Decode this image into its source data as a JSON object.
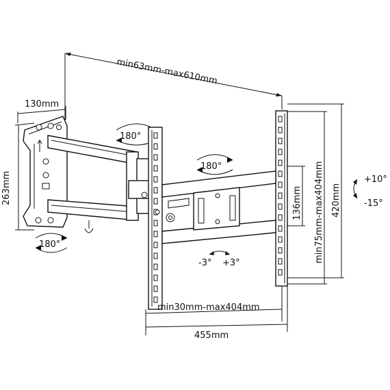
{
  "dimensions": {
    "arm_extension": "min63mm-max610mm",
    "wall_plate_width": "130mm",
    "wall_plate_height": "263mm",
    "vertical_hole_spacing": "min75mm-max404mm",
    "overall_height": "420mm",
    "horizontal_hole_spacing": "min30mm-max404mm",
    "overall_width": "455mm",
    "center_bracket": "136mm"
  },
  "rotations": {
    "arm_joint_top": "180°",
    "arm_joint_bottom": "180°",
    "plate_swivel": "180°",
    "tilt_up": "+10°",
    "tilt_down": "-15°",
    "level_left": "-3°",
    "level_right": "+3°"
  }
}
